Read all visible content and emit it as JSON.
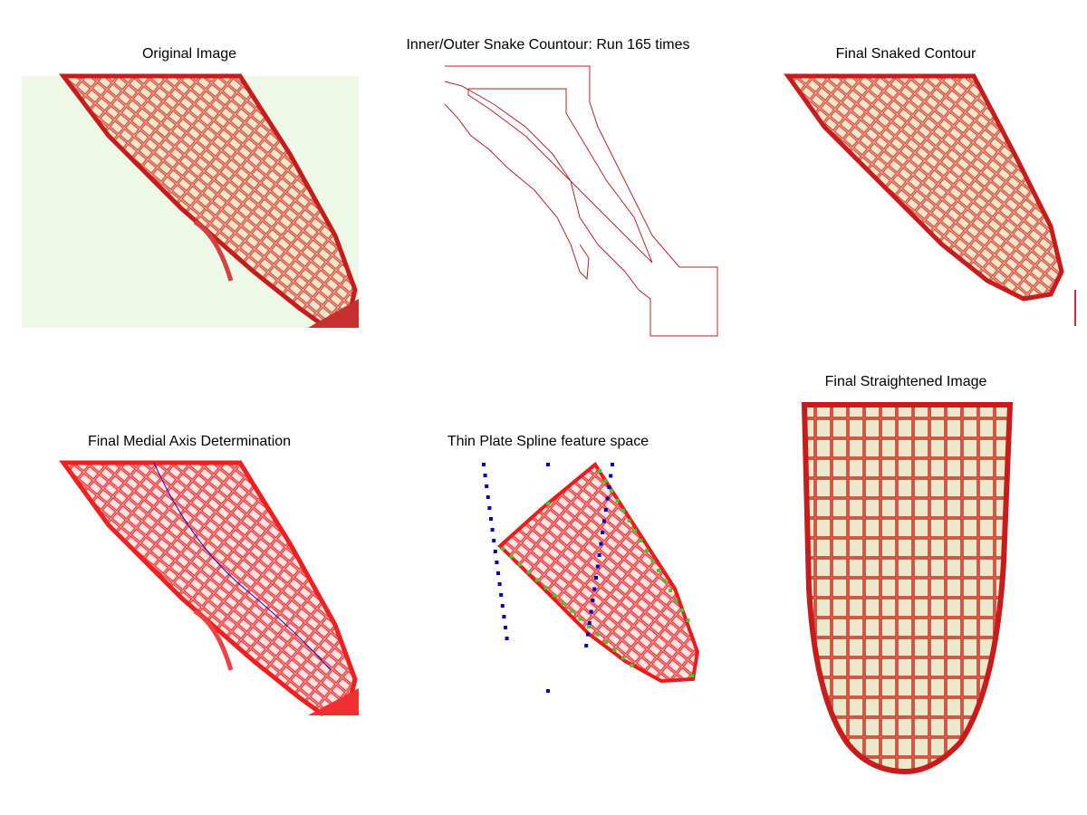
{
  "figure": {
    "panels": [
      {
        "title": "Original Image"
      },
      {
        "title": "Inner/Outer Snake Countour: Run 165 times"
      },
      {
        "title": "Final Snaked Contour"
      },
      {
        "title": "Final Medial Axis Determination"
      },
      {
        "title": "Thin Plate Spline feature space"
      },
      {
        "title": "Final Straightened Image"
      }
    ]
  },
  "colors": {
    "cell_wall": "#d42020",
    "contour": "#c02020",
    "axis": "#1010c0",
    "landmark_blue": "#0000c8",
    "landmark_green": "#30d030",
    "bg_green": "#eef8e6"
  }
}
